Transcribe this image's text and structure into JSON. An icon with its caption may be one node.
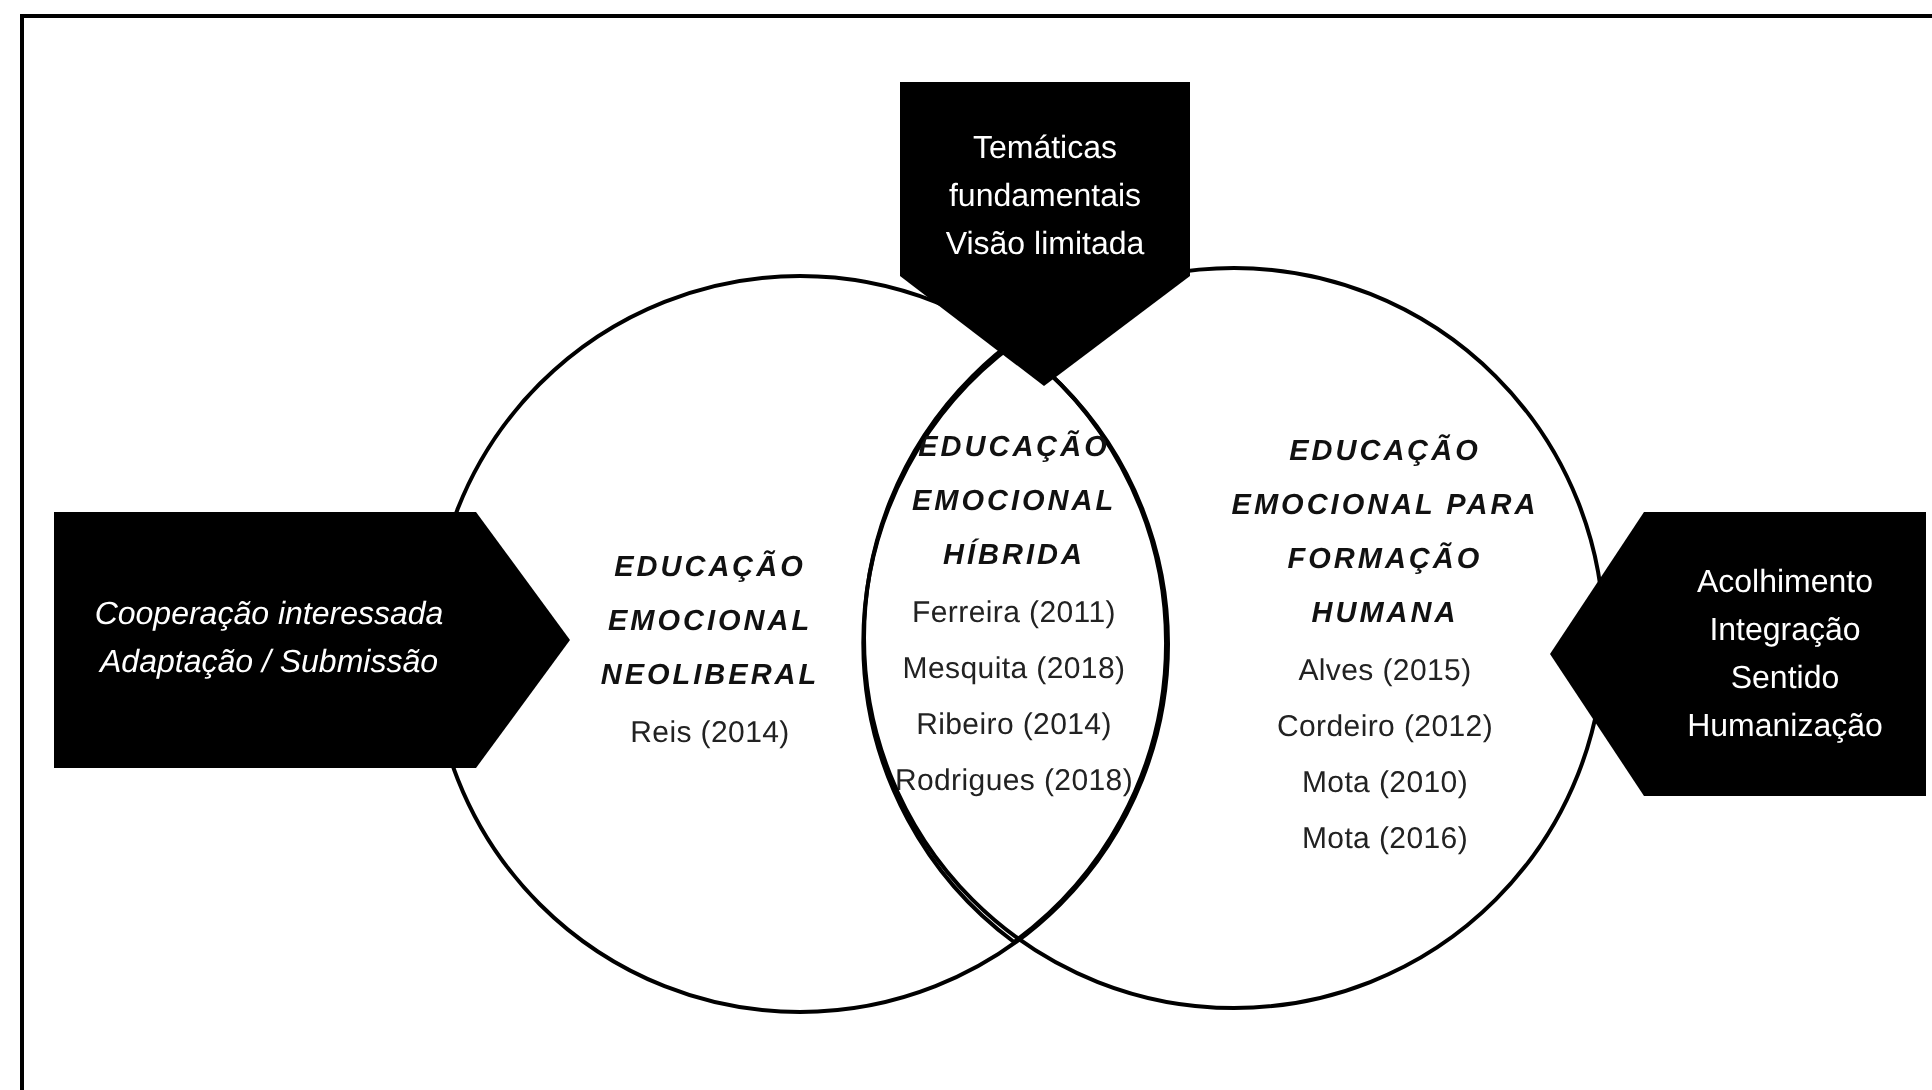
{
  "diagram": {
    "nodes": [
      {
        "text": [
          "Temáticas fundamentais",
          "Visão limitada"
        ]
      },
      {
        "text": [
          "Cooperação interessada",
          "Adaptação / Submissão"
        ]
      },
      {
        "text": [
          "EDUCAÇÃO EMOCIONAL NEOLIBERAL",
          "Reis (2014)"
        ]
      },
      {
        "text": [
          "EDUCAÇÃO EMOCIONAL HÍBRIDA",
          "Ferreira (2011)",
          "Mesquita (2018)",
          "Ribeiro (2014)",
          "Rodrigues (2018)"
        ]
      },
      {
        "text": [
          "EDUCAÇÃO EMOCIONAL PARA FORMAÇÃO HUMANA",
          "Alves (2015)",
          "Cordeiro (2012)",
          "Mota (2010)",
          "Mota (2016)"
        ]
      },
      {
        "text": [
          "Acolhimento",
          "Integração",
          "Sentido",
          "Humanização"
        ]
      }
    ]
  }
}
